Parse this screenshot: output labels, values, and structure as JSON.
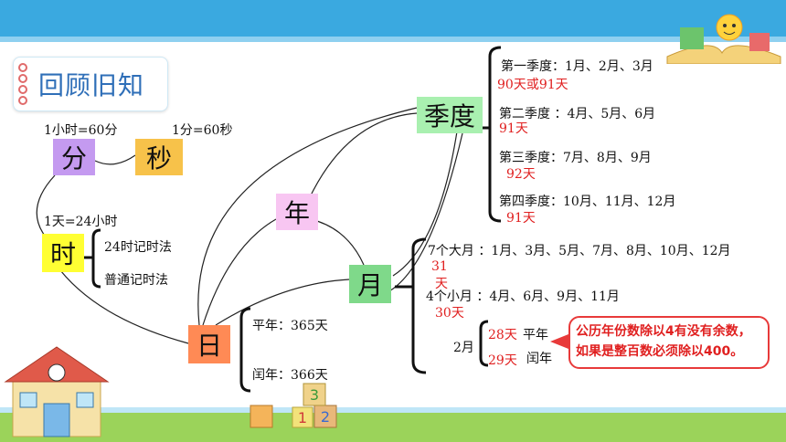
{
  "title": "回顾旧知",
  "nodes": {
    "fen": "分",
    "miao": "秒",
    "shi": "时",
    "ri": "日",
    "nian": "年",
    "yue": "月",
    "jidu": "季度"
  },
  "relations": {
    "hour_min": "1小时=60分",
    "min_sec": "1分=60秒",
    "day_hour": "1天=24小时"
  },
  "time_methods": [
    "24时记时法",
    "普通记时法"
  ],
  "year_types": {
    "common": "平年：365天",
    "leap": "闰年：366天"
  },
  "quarters": [
    {
      "label": "第一季度：1月、2月、3月",
      "days": "90天或91天"
    },
    {
      "label": "第二季度 ：4月、5月、6月",
      "days": "91天"
    },
    {
      "label": "第三季度：7月、8月、9月",
      "days": "92天"
    },
    {
      "label": "第四季度：10月、11月、12月",
      "days": "91天"
    }
  ],
  "months": {
    "big_label": "7个大月 ：1月、3月、5月、7月、8月、10月、12月",
    "big_days_1": "31",
    "big_days_2": "天",
    "small_label": "4个小月 ：4月、6月、9月、11月",
    "small_days": "30天",
    "feb_label": "2月",
    "feb_common_days": "28天",
    "feb_common_label": "平年",
    "feb_leap_days": "29天",
    "feb_leap_label": "闰年"
  },
  "note": "公历年份数除以4有没有余数，如果是整百数必须除以400。",
  "colors": {
    "fen": "#c49af0",
    "miao": "#f7c24a",
    "shi": "#ffff33",
    "ri": "#ff8a55",
    "nian": "#f8c6f2",
    "yue": "#7fd98a",
    "jidu": "#a9f0b0",
    "accent_red": "#e02020"
  }
}
